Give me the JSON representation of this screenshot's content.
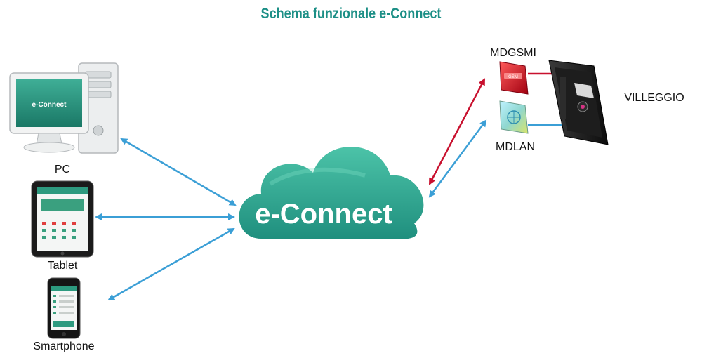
{
  "title": "Schema funzionale e-Connect",
  "cloud": {
    "label": "e-Connect"
  },
  "devices": {
    "pc": {
      "label": "PC",
      "screen_text": "e-Connect"
    },
    "tablet": {
      "label": "Tablet"
    },
    "smartphone": {
      "label": "Smartphone"
    }
  },
  "modules": {
    "gsm": {
      "label": "MDGSMI",
      "badge": "GSM"
    },
    "lan": {
      "label": "MDLAN"
    },
    "panel": {
      "label": "VILLEGGIO"
    }
  },
  "colors": {
    "title": "#1c8f86",
    "cloud": "#2ea893",
    "link_blue": "#3b9fd6",
    "link_red": "#c8102e"
  },
  "icons": [
    "desktop-pc-icon",
    "tablet-icon",
    "smartphone-icon",
    "cloud-icon",
    "gsm-module-icon",
    "lan-module-icon",
    "alarm-panel-icon"
  ]
}
